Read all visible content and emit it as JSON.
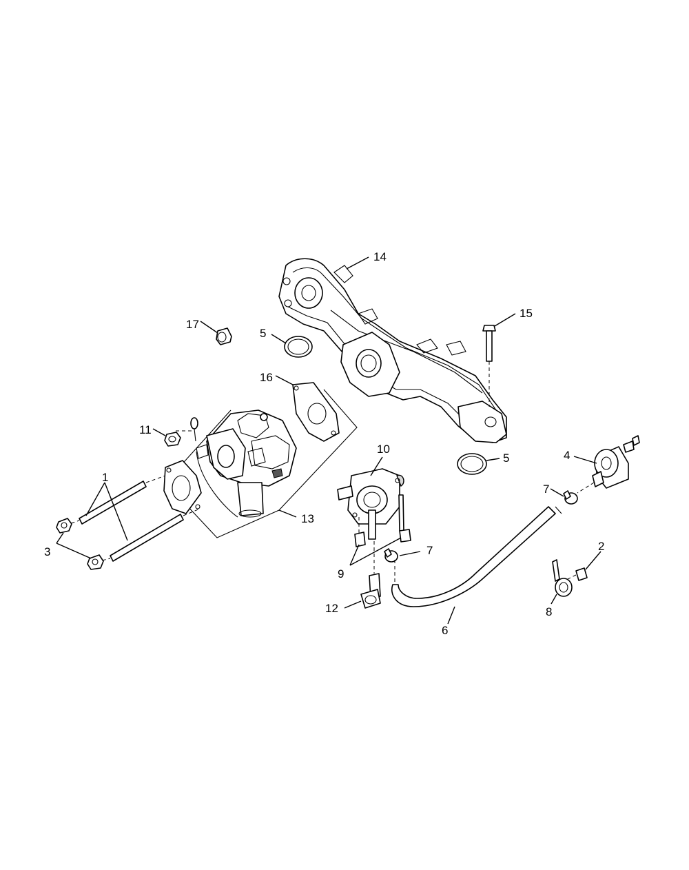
{
  "callouts": {
    "c1": "1",
    "c2": "2",
    "c3": "3",
    "c4": "4",
    "c5a": "5",
    "c5b": "5",
    "c6": "6",
    "c7a": "7",
    "c7b": "7",
    "c8": "8",
    "c9": "9",
    "c10": "10",
    "c11": "11",
    "c12": "12",
    "c13": "13",
    "c14": "14",
    "c15": "15",
    "c16": "16",
    "c17": "17"
  }
}
